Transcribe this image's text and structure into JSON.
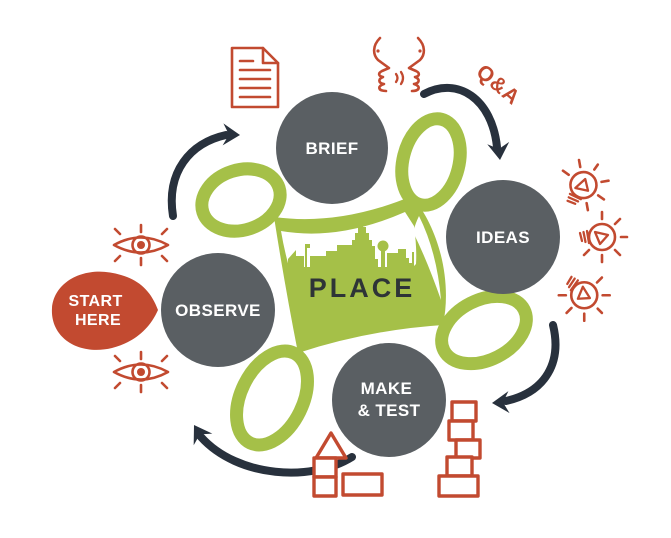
{
  "diagram": {
    "center": {
      "label": "PLACE"
    },
    "start_badge": {
      "line1": "START",
      "line2": "HERE"
    },
    "nodes": {
      "brief": {
        "label": "BRIEF"
      },
      "ideas": {
        "label": "IDEAS"
      },
      "make_test": {
        "line1": "MAKE",
        "line2": "& TEST"
      },
      "observe": {
        "label": "OBSERVE"
      }
    },
    "labels": {
      "qa": "Q&A"
    },
    "icons": [
      "document-icon",
      "conversation-faces-icon",
      "lightbulb-icon",
      "eye-icon",
      "building-blocks-icon",
      "blocks-tower-icon"
    ],
    "colors": {
      "green": "#a5c048",
      "slate_gray": "#5a5f63",
      "brick_red": "#c24a30",
      "navy": "#28313d",
      "ink": "#2e3437",
      "white": "#ffffff"
    }
  }
}
